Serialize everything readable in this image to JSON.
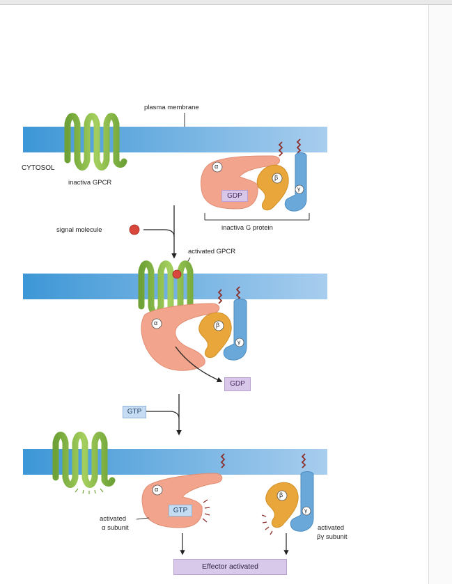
{
  "labels": {
    "plasma_membrane": "plasma membrane",
    "cytosol": "CYTOSOL",
    "inactive_gpcr": "inactiva GPCR",
    "inactive_g_protein": "inactiva G protein",
    "signal_molecule": "signal molecule",
    "activated_gpcr": "activated GPCR",
    "activated_alpha_line1": "activated",
    "activated_alpha_line2": "α subunit",
    "activated_bg_line1": "activated",
    "activated_bg_line2": "βγ subunit",
    "effector": "Effector activated"
  },
  "nucleotides": {
    "gdp": "GDP",
    "gtp": "GTP"
  },
  "subunits": {
    "alpha": "α",
    "beta": "β",
    "gamma": "γ"
  },
  "colors": {
    "membrane": "#5aa7dd",
    "receptor": "#88b84a",
    "alpha_subunit": "#f2a58c",
    "beta_subunit": "#e9a63a",
    "gamma_subunit": "#6aa8d9",
    "signal_molecule": "#d9473c",
    "gdp_box": "#d9c7ea",
    "gtp_box": "#c5dcf2"
  }
}
